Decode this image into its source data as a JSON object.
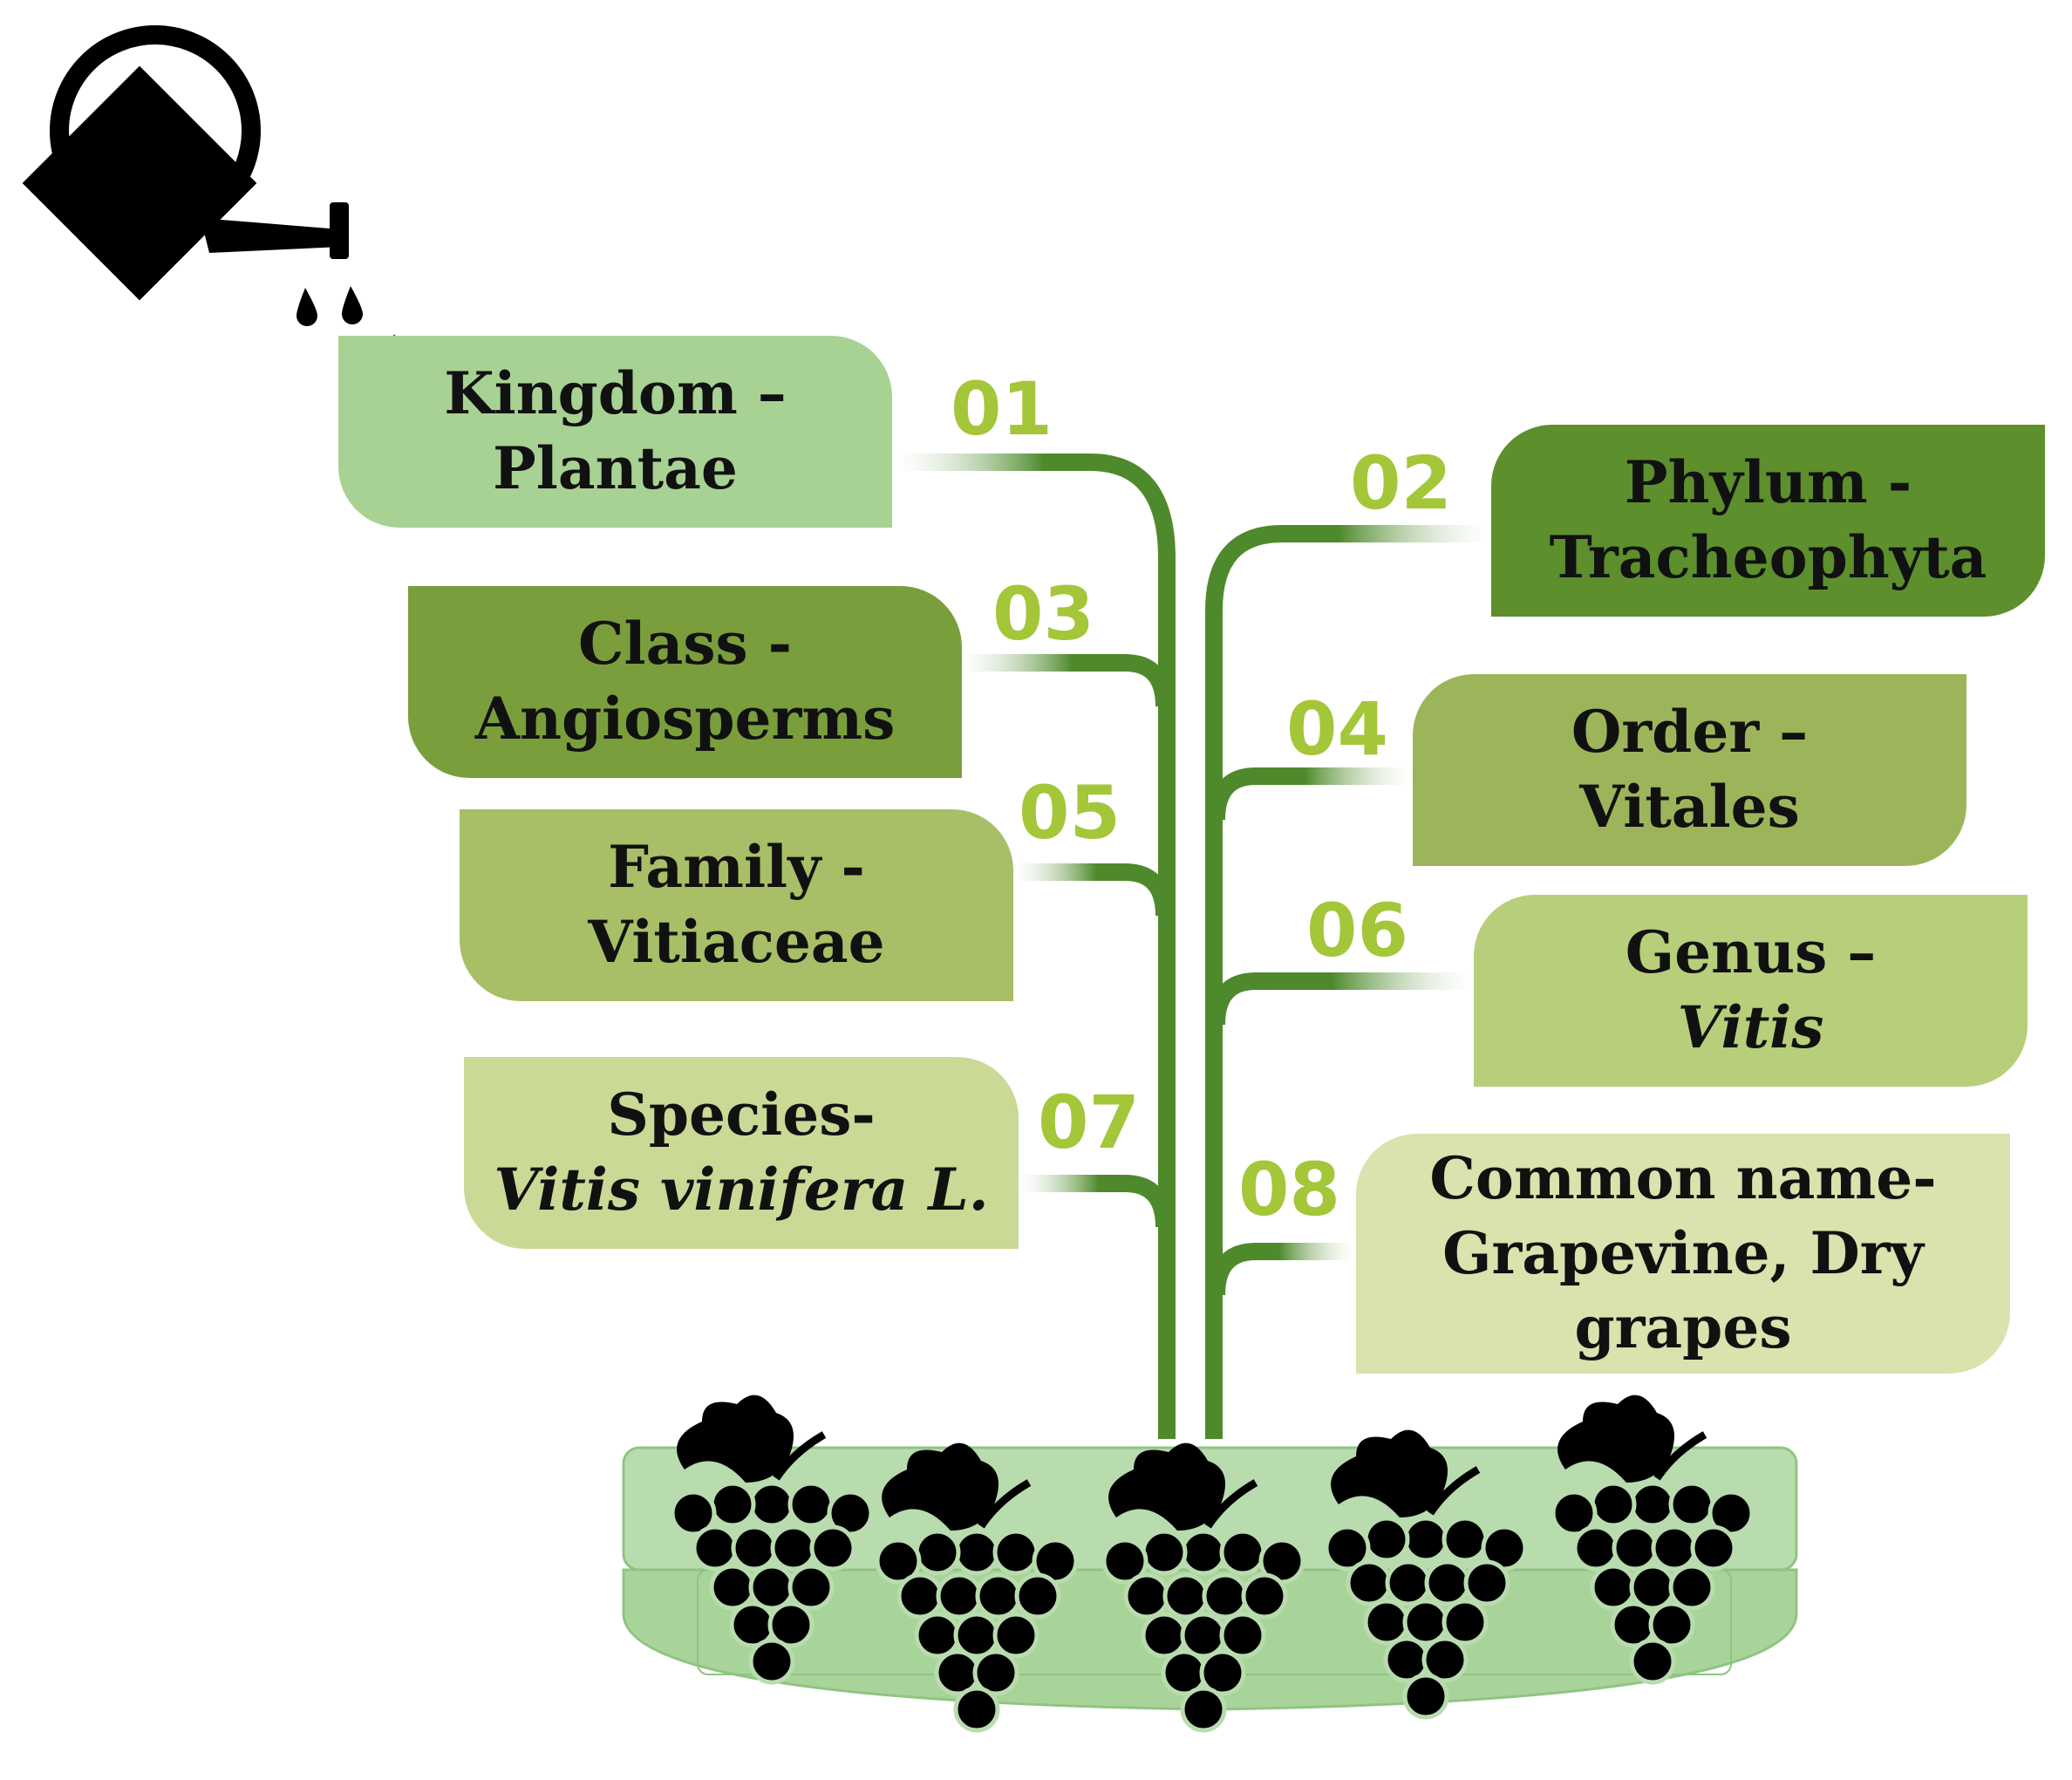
{
  "colors": {
    "stem": "#4e8a2c",
    "number": "#a4c639",
    "pot_rim": "#b9dcae",
    "pot_body": "#a8d49a",
    "icon": "#000000"
  },
  "steps": [
    {
      "number": "01",
      "line1": "Kingdom –",
      "line2": "Plantae",
      "italic": false,
      "color": "#a8d293"
    },
    {
      "number": "02",
      "line1": "Phylum -",
      "line2": "Tracheophyta",
      "italic": false,
      "color": "#5d8f2c"
    },
    {
      "number": "03",
      "line1": "Class -",
      "line2": "Angiosperms",
      "italic": false,
      "color": "#7a9e3c"
    },
    {
      "number": "04",
      "line1": "Order –",
      "line2": "Vitales",
      "italic": false,
      "color": "#9db55a"
    },
    {
      "number": "05",
      "line1": "Family -",
      "line2": "Vitiaceae",
      "italic": false,
      "color": "#a8bf67"
    },
    {
      "number": "06",
      "line1": "Genus –",
      "line2": "Vitis",
      "italic": true,
      "color": "#b7cf7a"
    },
    {
      "number": "07",
      "line1": "Species-",
      "line2": "Vitis vinifera L.",
      "italic": true,
      "color": "#cad996"
    },
    {
      "number": "08",
      "line1": "Common name-",
      "line2": "Grapevine, Dry",
      "line3": "grapes",
      "italic": false,
      "color": "#d8e3ad"
    }
  ],
  "icons": {
    "watering_can": "watering-can-icon",
    "grapes": "grapes-icon"
  }
}
